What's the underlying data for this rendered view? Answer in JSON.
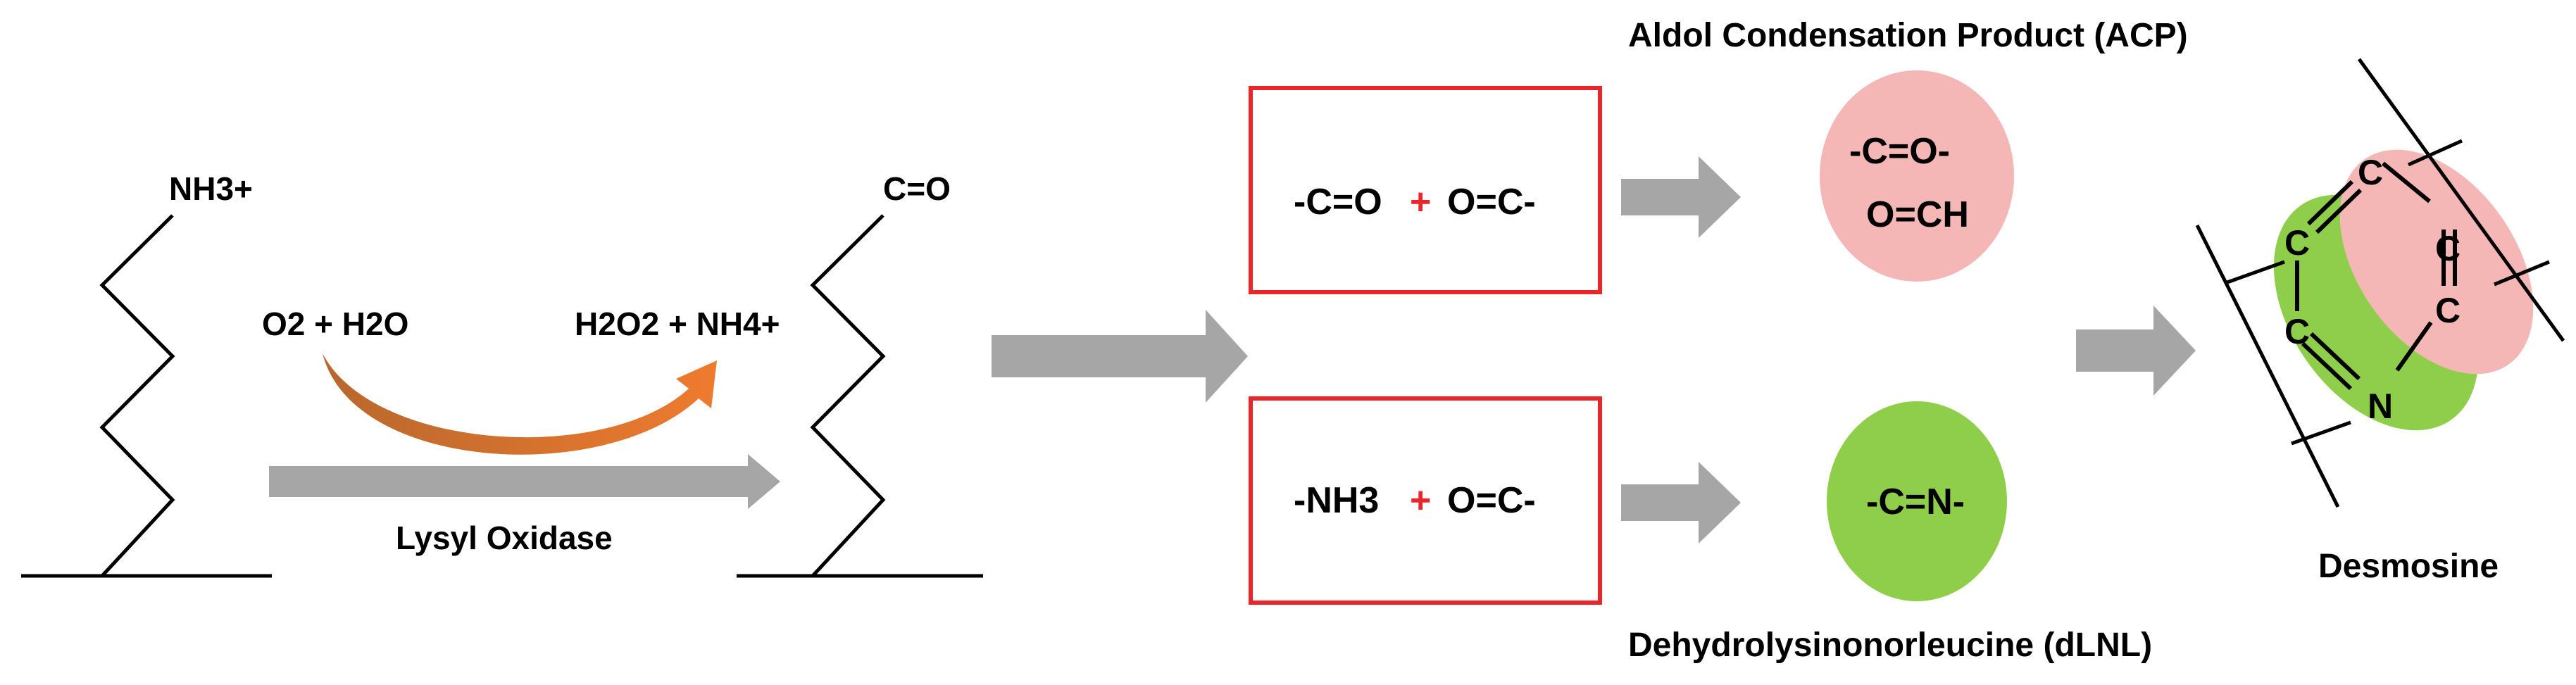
{
  "colors": {
    "red_box": "#e8262b",
    "plus_red": "#e8262b",
    "gray_arrow": "#a6a6a6",
    "pink_oval": "#f4b7b6",
    "green_oval": "#8fce4a",
    "orange_dark": "#b8672d",
    "orange_light": "#ee7b2f"
  },
  "left": {
    "lysine_label": "NH3+",
    "reactants_label": "O2 + H2O",
    "products_label": "H2O2 + NH4+",
    "enzyme_label": "Lysyl  Oxidase",
    "allysine_label": "C=O"
  },
  "reactions": {
    "top": {
      "left": "-C=O",
      "plus": "+",
      "right": "O=C-"
    },
    "bottom": {
      "left": "-NH3",
      "plus": "+",
      "right": "O=C-"
    }
  },
  "products": {
    "acp_title": "Aldol Condensation Product (ACP)",
    "acp_line1": "-C=O-",
    "acp_line2": "O=CH",
    "dlnl_text": "-C=N-",
    "dlnl_title": "Dehydrolysinonorleucine (dLNL)"
  },
  "desmosine": {
    "atoms": [
      "C",
      "C",
      "C",
      "C",
      "C",
      "N"
    ],
    "label": "Desmosine"
  },
  "icons": [
    "gray-block-arrow-icon",
    "curved-orange-arrow-icon",
    "zigzag-chain-icon"
  ]
}
